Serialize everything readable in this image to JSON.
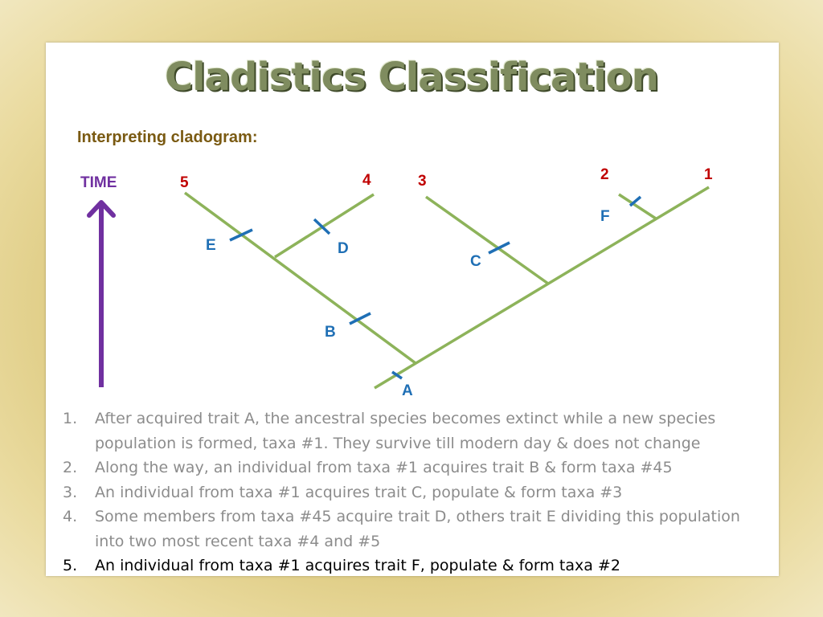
{
  "slide": {
    "title": "Cladistics Classification",
    "subtitle": "Interpreting cladogram:"
  },
  "diagram": {
    "time_label": "TIME",
    "taxa": [
      "5",
      "4",
      "3",
      "2",
      "1"
    ],
    "traits": [
      "A",
      "B",
      "C",
      "D",
      "E",
      "F"
    ],
    "colors": {
      "branch": "#8db35a",
      "trait_mark": "#1f6fb5",
      "trait_label": "#1f6fb5",
      "taxon_label": "#c00000",
      "time": "#7030a0"
    }
  },
  "list": {
    "items": [
      {
        "number": "1.",
        "text": "After acquired trait A, the ancestral species becomes extinct while a new species population is formed, taxa #1. They survive till modern day & does not change"
      },
      {
        "number": "2.",
        "text": "Along the way, an individual from taxa #1 acquires trait B & form taxa #45"
      },
      {
        "number": "3.",
        "text": "An individual from taxa #1 acquires trait C, populate & form taxa #3"
      },
      {
        "number": "4.",
        "text": "Some members from taxa #45 acquire trait D, others trait E dividing this population into two most recent taxa #4 and #5"
      },
      {
        "number": "5.",
        "text": "An individual from taxa #1 acquires trait F, populate & form taxa #2"
      }
    ]
  }
}
